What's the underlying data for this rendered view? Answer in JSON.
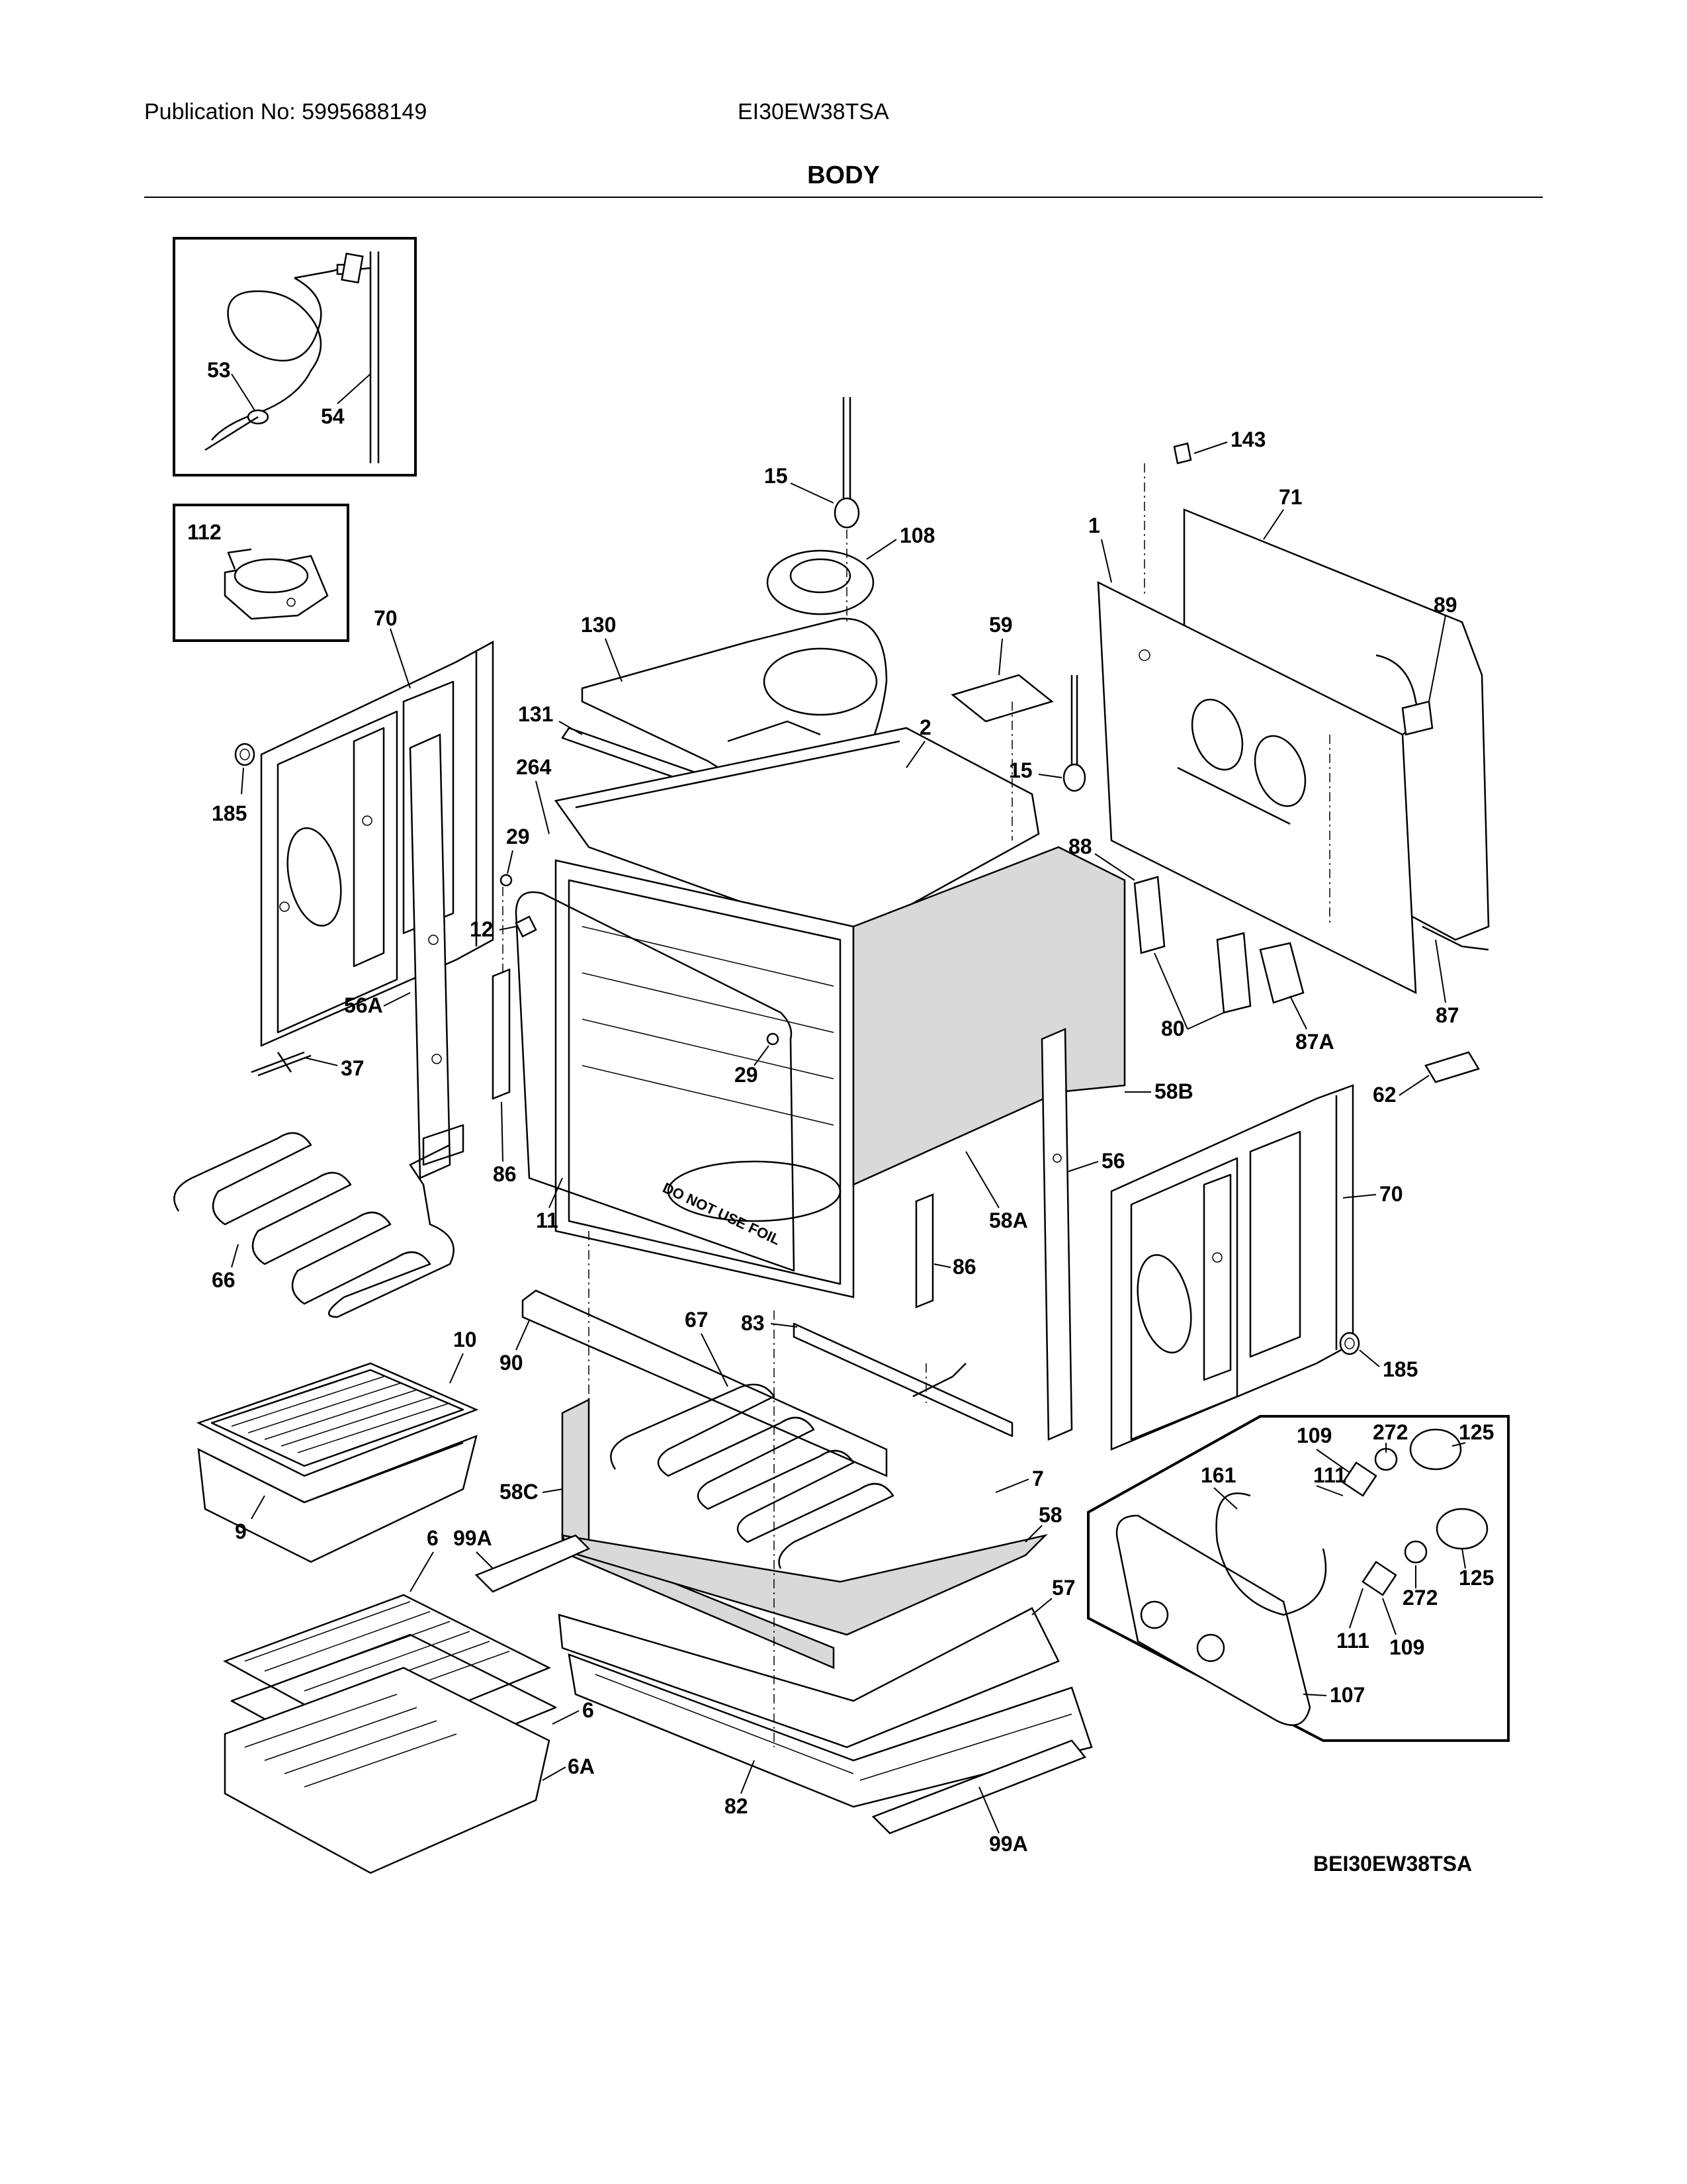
{
  "header": {
    "publication": "Publication No: 5995688149",
    "model": "EI30EW38TSA",
    "title": "BODY"
  },
  "footer": {
    "diagram_code": "BEI30EW38TSA"
  },
  "callouts": {
    "c53": "53",
    "c54": "54",
    "c112": "112",
    "c15a": "15",
    "c108": "108",
    "c143": "143",
    "c71": "71",
    "c1": "1",
    "c70a": "70",
    "c130": "130",
    "c59": "59",
    "c89": "89",
    "c131": "131",
    "c2": "2",
    "c185a": "185",
    "c264": "264",
    "c15b": "15",
    "c29a": "29",
    "c88": "88",
    "c12": "12",
    "c56a": "56A",
    "c80": "80",
    "c87a": "87A",
    "c87": "87",
    "c37": "37",
    "c58b": "58B",
    "c62": "62",
    "c29b": "29",
    "c86a": "86",
    "c56": "56",
    "c70b": "70",
    "c11": "11",
    "c58a": "58A",
    "c66": "66",
    "c86b": "86",
    "c10": "10",
    "c67": "67",
    "c83": "83",
    "c90": "90",
    "c185b": "185",
    "c109a": "109",
    "c272a": "272",
    "c125a": "125",
    "c161": "161",
    "c111a": "111",
    "c58c": "58C",
    "c7": "7",
    "c9": "9",
    "c58": "58",
    "c99a": "99A",
    "c125b": "125",
    "c6a": "6",
    "c57": "57",
    "c272b": "272",
    "c111b": "111",
    "c109b": "109",
    "c107": "107",
    "c6b": "6",
    "c6A": "6A",
    "c82": "82",
    "c99b": "99A"
  },
  "panel_labels": {
    "door_text": "DO NOT USE FOIL"
  }
}
